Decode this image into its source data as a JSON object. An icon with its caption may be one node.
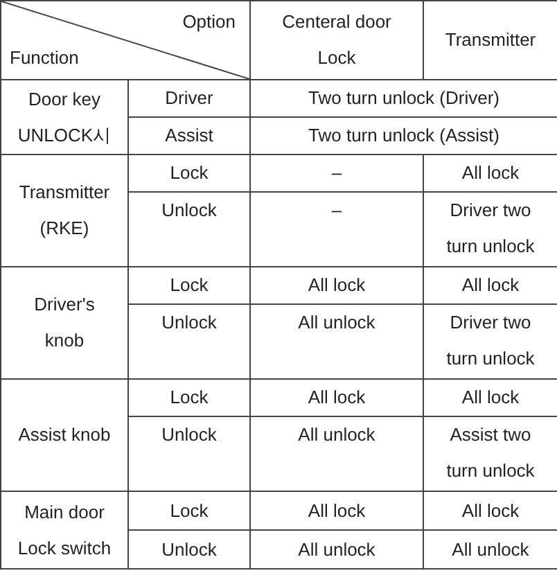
{
  "diagram": {
    "labels": [
      "Option",
      "Function",
      "Centeral door Lock",
      "Transmitter",
      "Door key UNLOCK시",
      "Driver",
      "Two turn unlock (Driver)",
      "Assist",
      "Two turn unlock (Assist)",
      "Transmitter (RKE)",
      "Lock",
      "–",
      "All lock",
      "Unlock",
      "–",
      "Driver two turn unlock",
      "Driver's knob",
      "Lock",
      "All lock",
      "All lock",
      "Unlock",
      "All unlock",
      "Driver two turn unlock",
      "Assist knob",
      "Lock",
      "All lock",
      "All lock",
      "Unlock",
      "All unlock",
      "Assist two turn unlock",
      "Main door Lock switch",
      "Lock",
      "All lock",
      "All lock",
      "Unlock",
      "All unlock",
      "All unlock"
    ]
  }
}
